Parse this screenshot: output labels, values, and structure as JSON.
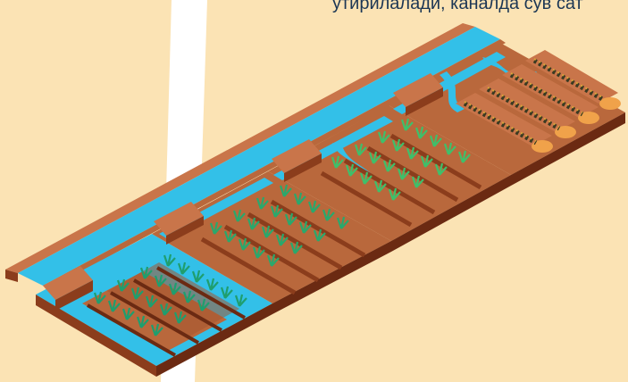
{
  "caption": {
    "text": "утирилалади, каналда сув сат"
  },
  "colors": {
    "background": "#fbe3b4",
    "white_band": "#ffffff",
    "water": "#33c0e8",
    "soil_top": "#b9683c",
    "soil_side": "#8b3d1c",
    "soil_dark": "#6b2a12",
    "wall_top": "#c9754a",
    "crop_green": "#1f9e6e",
    "crop_young": "#3fbf6a",
    "crop_ripe": "#d9a53a",
    "ridge_highlight": "#f0a24a"
  },
  "icons": [
    "field-plot-icon",
    "canal-icon",
    "crop-seedling-icon",
    "water-outlet-icon"
  ],
  "diagram": {
    "plots": [
      {
        "name": "plot-1",
        "crop": "seedlings-dark-green",
        "furrows": 4
      },
      {
        "name": "plot-2",
        "crop": "seedlings-green",
        "furrows": 4
      },
      {
        "name": "plot-3",
        "crop": "seedlings-light-green",
        "furrows": 4
      },
      {
        "name": "plot-4",
        "crop": "ripening",
        "furrows": 4
      }
    ]
  }
}
